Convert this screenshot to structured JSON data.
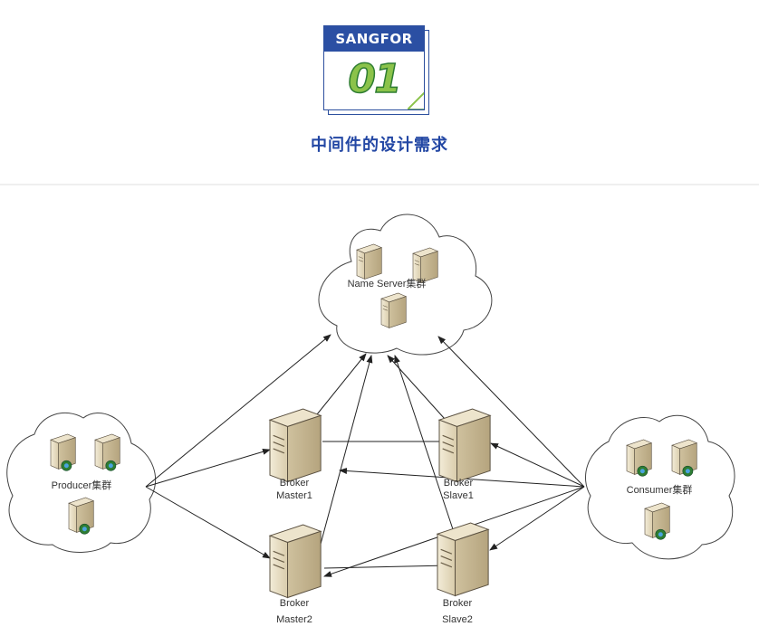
{
  "header": {
    "brand": "SANGFOR",
    "number": "01",
    "title": "中间件的设计需求"
  },
  "diagram": {
    "nodes": {
      "name_server": {
        "label": "Name Server集群"
      },
      "producer": {
        "label": "Producer集群"
      },
      "consumer": {
        "label": "Consumer集群"
      },
      "broker_master1": {
        "line1": "Broker",
        "line2": "Master1"
      },
      "broker_slave1": {
        "line1": "Broker",
        "line2": "Slave1"
      },
      "broker_master2": {
        "line1": "Broker",
        "line2": "Master2"
      },
      "broker_slave2": {
        "line1": "Broker",
        "line2": "Slave2"
      }
    }
  },
  "colors": {
    "brand_blue": "#2b4fa3",
    "title_blue": "#2347a4",
    "badge_green": "#8bc34a",
    "server_beige": "#e7dcc0",
    "arrow": "#222222"
  }
}
